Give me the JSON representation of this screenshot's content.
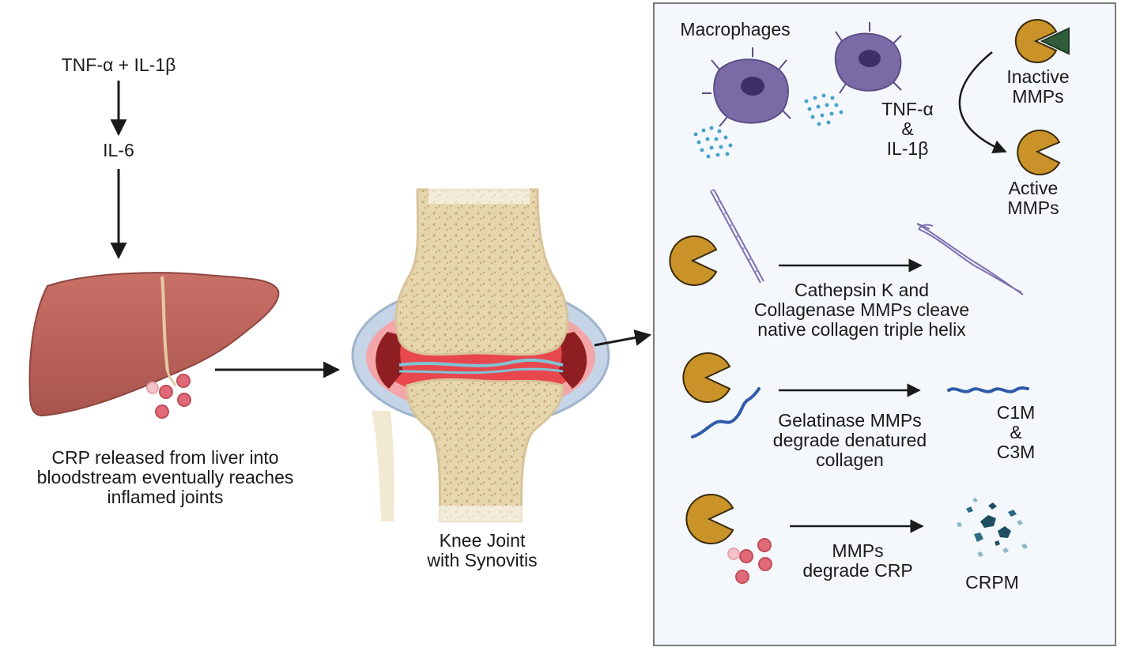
{
  "left_flow": {
    "step1": "TNF-α + IL-1β",
    "step2": "IL-6",
    "liver_caption": [
      "CRP released from liver into",
      "bloodstream eventually reaches",
      "inflamed joints"
    ]
  },
  "knee": {
    "caption": [
      "Knee Joint",
      "with Synovitis"
    ]
  },
  "panel": {
    "macrophages_label": "Macrophages",
    "cytokines_label": [
      "TNF-α",
      "&",
      "IL-1β"
    ],
    "inactive_label": [
      "Inactive",
      "MMPs"
    ],
    "active_label": [
      "Active",
      "MMPs"
    ],
    "collagen_cleave_label": [
      "Cathepsin K and",
      "Collagenase MMPs cleave",
      "native collagen triple helix"
    ],
    "gelatinase_label": [
      "Gelatinase MMPs",
      "degrade denatured",
      "collagen"
    ],
    "c1m_label": [
      "C1M",
      "&",
      "C3M"
    ],
    "crp_degrade_label": [
      "MMPs",
      "degrade CRP"
    ],
    "crpm_label": "CRPM"
  },
  "colors": {
    "liver": "#b8625a",
    "bone": "#e9dbb7",
    "inflammation": "#e8474d",
    "cartilage": "#7fc4d6",
    "macrophage": "#7a6aa6",
    "mmp": "#c9932a",
    "collagen": "#2f5aa8",
    "crp": "#e06a78",
    "crpm_fragments": "#1f4e62"
  }
}
